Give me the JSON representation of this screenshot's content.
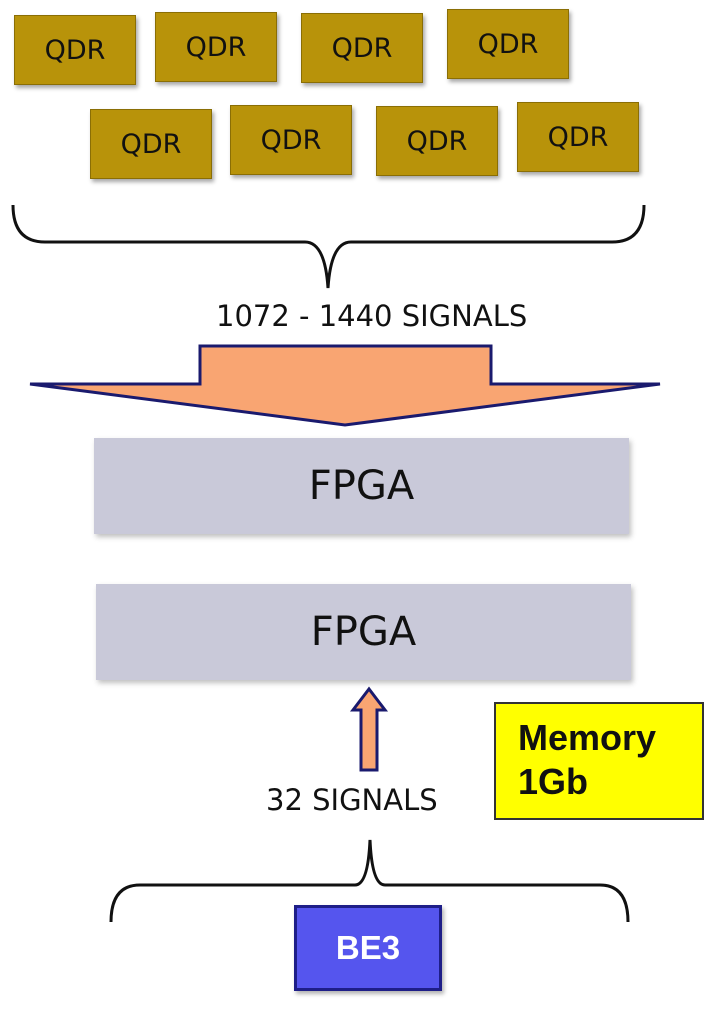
{
  "qdr_chips": [
    "QDR",
    "QDR",
    "QDR",
    "QDR",
    "QDR",
    "QDR",
    "QDR",
    "QDR"
  ],
  "top_signals_label": "1072 - 1440 SIGNALS",
  "fpga_top_label": "FPGA",
  "fpga_bottom_label": "FPGA",
  "memory": {
    "line1": "Memory",
    "line2": "1Gb"
  },
  "bottom_signals_label": "32 SIGNALS",
  "be3_label": "BE3",
  "colors": {
    "qdr": "#b8930a",
    "fpga": "#c9c9d9",
    "arrow_fill": "#f9a572",
    "arrow_stroke": "#1a1a6e",
    "memory": "#ffff00",
    "be3": "#5555ee"
  }
}
